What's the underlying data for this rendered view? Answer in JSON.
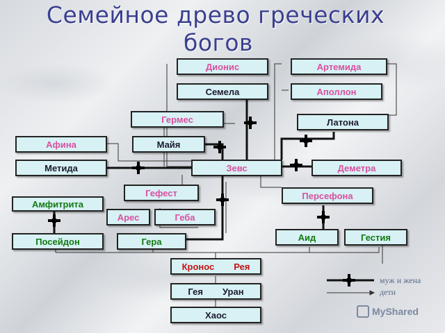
{
  "title_line1": "Семейное древо греческих",
  "title_line2": "богов",
  "nodes": {
    "dionis": "Дионис",
    "artemida": "Артемида",
    "semela": "Семела",
    "apollon": "Аполлон",
    "germes": "Гермес",
    "latona": "Латона",
    "afina": "Афина",
    "maiya": "Майя",
    "metida": "Метида",
    "zevs": "Зевс",
    "demetra": "Деметра",
    "gefest": "Гефест",
    "amfitrita": "Амфитрита",
    "persefona": "Персефона",
    "ares": "Арес",
    "geba": "Геба",
    "poseidon": "Посейдон",
    "gera": "Гера",
    "aid": "Аид",
    "gestiya": "Гестия",
    "kronos": "Кронос",
    "reya": "Рея",
    "geya": "Гея",
    "uran": "Уран",
    "haos": "Хаос"
  },
  "legend": {
    "spouses": "муж и жена",
    "children": "дети"
  },
  "watermark": "MyShared",
  "colors": {
    "box_fill": "#d7f1f4",
    "text_blue": "#1f2a6b",
    "text_pink": "#d94fa0",
    "text_green": "#127a12",
    "text_red": "#c01414",
    "title": "#3a3f8f"
  }
}
